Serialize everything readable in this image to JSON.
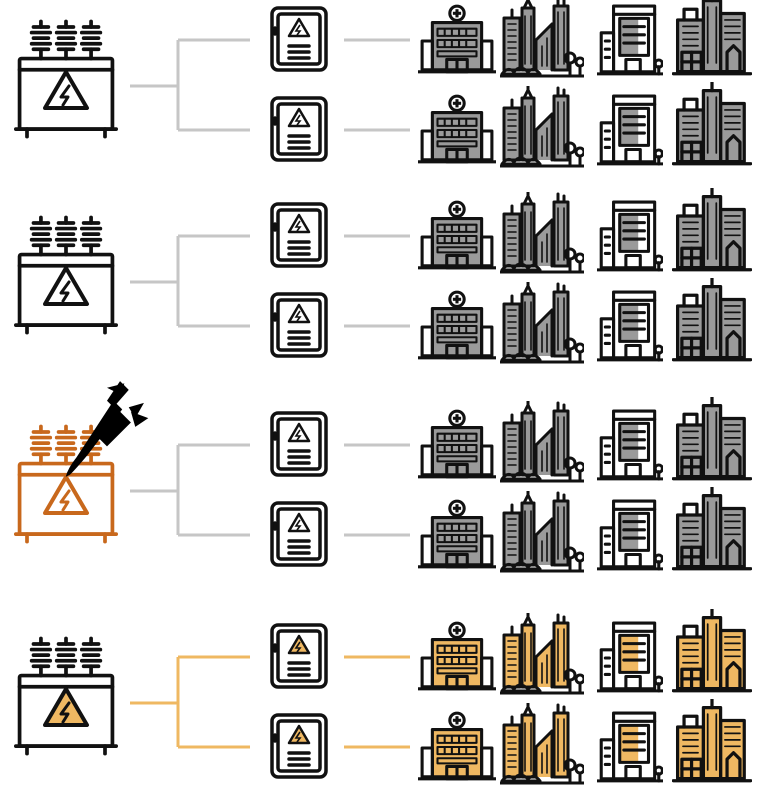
{
  "colors": {
    "ink": "#111111",
    "background": "#ffffff",
    "building_fill_normal": "#9a9a9a",
    "building_fill_powered": "#efb862",
    "wire_normal": "#c6c6c6",
    "wire_powered": "#efb862",
    "attacked_transformer": "#c8681c",
    "warning_fill_powered": "#efb862"
  },
  "groups": [
    {
      "state": "normal",
      "transformer_icon": "transformer-icon",
      "panel_icon": "electrical-panel-icon",
      "building_icons": [
        "hospital-icon",
        "city-skyline-icon",
        "office-tower-icon",
        "downtown-icon"
      ]
    },
    {
      "state": "normal",
      "transformer_icon": "transformer-icon",
      "panel_icon": "electrical-panel-icon",
      "building_icons": [
        "hospital-icon",
        "city-skyline-icon",
        "office-tower-icon",
        "downtown-icon"
      ]
    },
    {
      "state": "attacked",
      "transformer_icon": "transformer-icon",
      "attack_icon": "missile-icon",
      "panel_icon": "electrical-panel-icon",
      "building_icons": [
        "hospital-icon",
        "city-skyline-icon",
        "office-tower-icon",
        "downtown-icon"
      ]
    },
    {
      "state": "powered",
      "transformer_icon": "transformer-icon",
      "panel_icon": "electrical-panel-icon",
      "building_icons": [
        "hospital-icon",
        "city-skyline-icon",
        "office-tower-icon",
        "downtown-icon"
      ]
    }
  ]
}
